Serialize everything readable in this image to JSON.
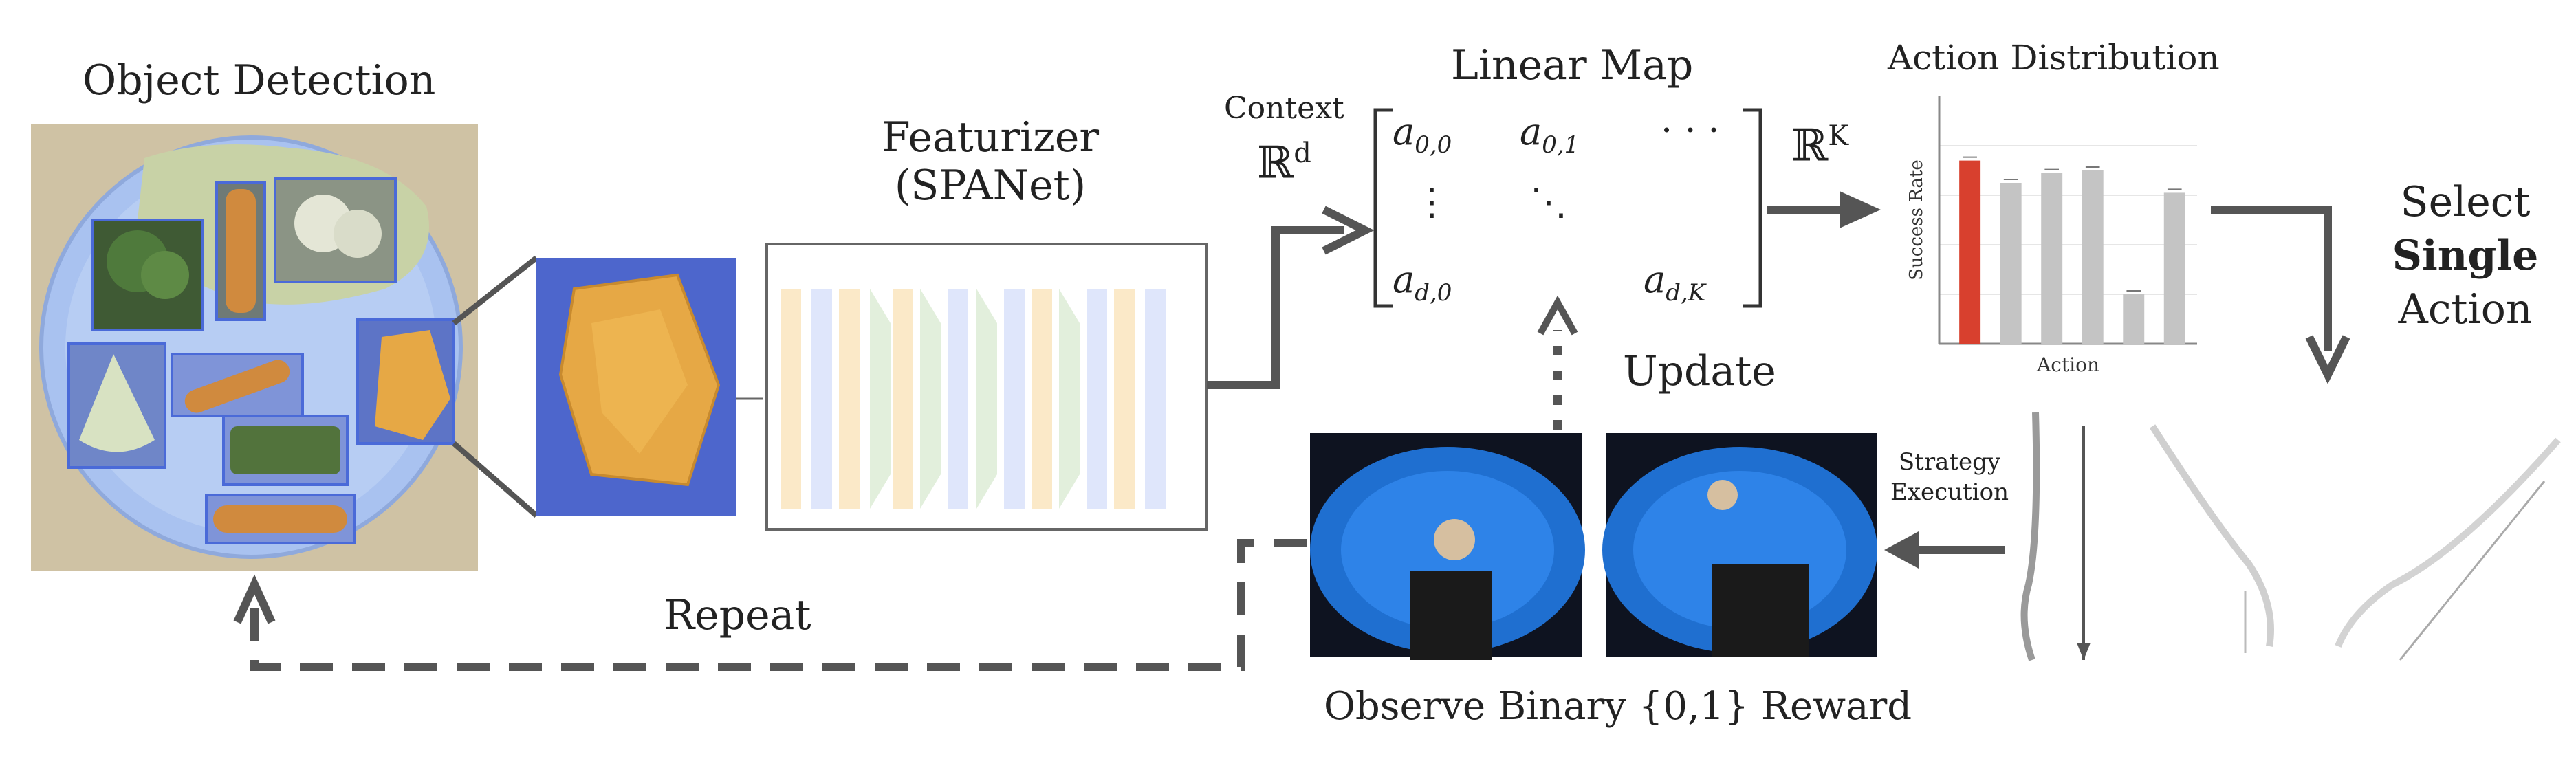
{
  "labels": {
    "object_detection": "Object Detection",
    "featurizer_line1": "Featurizer",
    "featurizer_line2": "(SPANet)",
    "linear_map": "Linear Map",
    "context": "Context",
    "context_space": "ℝ",
    "context_dim": "d",
    "output_space": "ℝ",
    "output_dim": "K",
    "action_distribution": "Action Distribution",
    "select_line1": "Select",
    "select_line2": "Single",
    "select_line3": "Action",
    "update": "Update",
    "repeat": "Repeat",
    "strategy_line1": "Strategy",
    "strategy_line2": "Execution",
    "observe_reward": "Observe Binary {0,1} Reward"
  },
  "matrix": {
    "a00": "a",
    "a00_sub": "0,0",
    "a01": "a",
    "a01_sub": "0,1",
    "hdots": "· · ·",
    "vdots": "⋮",
    "ddots": "⋱",
    "ad0": "a",
    "ad0_sub": "d,0",
    "adK": "a",
    "adK_sub": "d,K"
  },
  "chart_data": {
    "type": "bar",
    "title": "Action Distribution",
    "xlabel": "Action",
    "ylabel": "Success Rate",
    "categories": [
      "",
      "",
      "",
      "",
      "",
      ""
    ],
    "values": [
      0.74,
      0.65,
      0.69,
      0.7,
      0.2,
      0.61
    ],
    "highlight_index": 0,
    "colors": {
      "highlight": "#d8402e",
      "bars": "#c4c4c4"
    },
    "ylim": [
      0,
      1
    ],
    "grid": true
  },
  "colors": {
    "plate": "#a9c2f0",
    "tray": "#cfc2a4",
    "arrow": "#555555",
    "highlight_bar": "#d8402e"
  }
}
